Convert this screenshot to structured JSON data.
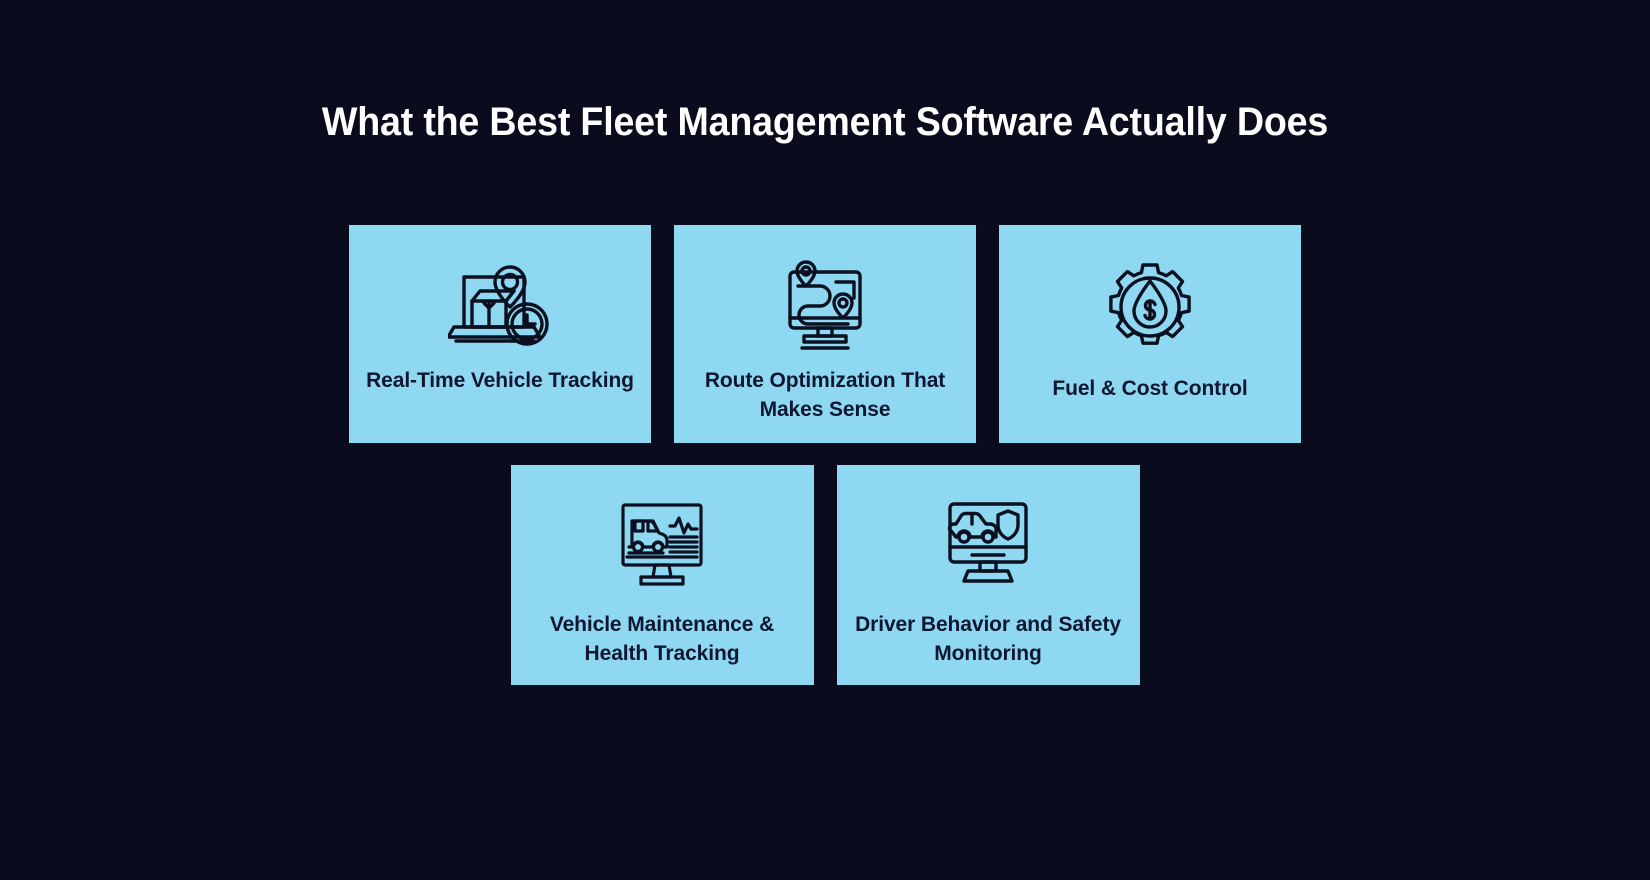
{
  "theme": {
    "background": "#0b0b1e",
    "card_background": "#8fd8f2",
    "title_color": "#ffffff",
    "card_text_color": "#0f1632",
    "icon_stroke": "#0b1020"
  },
  "header": {
    "title": "What the Best Fleet Management Software Actually Does"
  },
  "cards": [
    {
      "id": "real-time-vehicle-tracking",
      "label": "Real-Time Vehicle Tracking",
      "icon": "laptop-package-location-clock-icon"
    },
    {
      "id": "route-optimization",
      "label": "Route Optimization That Makes Sense",
      "icon": "monitor-route-pins-icon"
    },
    {
      "id": "fuel-cost-control",
      "label": "Fuel & Cost Control",
      "icon": "gear-fuel-droplet-dollar-icon"
    },
    {
      "id": "vehicle-maintenance-health-tracking",
      "label": "Vehicle Maintenance & Health Tracking",
      "icon": "monitor-vehicle-pulse-icon"
    },
    {
      "id": "driver-behavior-safety-monitoring",
      "label": "Driver Behavior and Safety Monitoring",
      "icon": "monitor-car-shield-icon"
    }
  ]
}
